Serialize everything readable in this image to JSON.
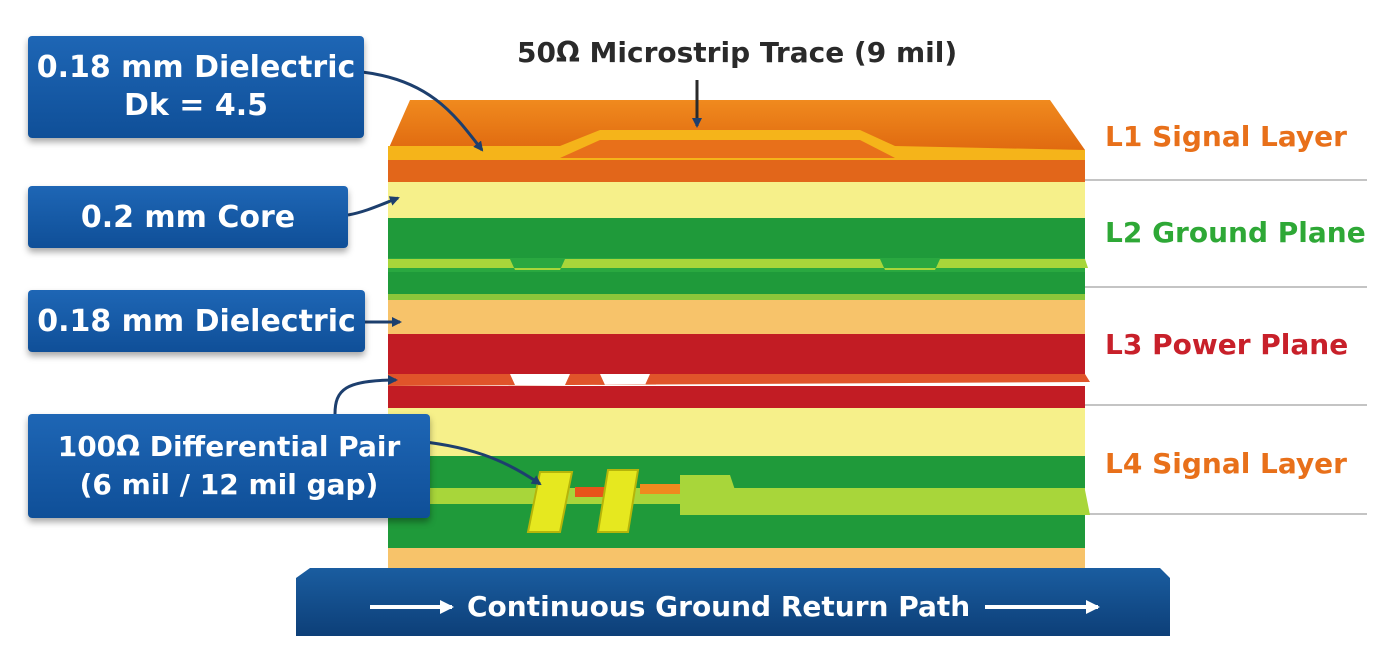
{
  "title": "50Ω Microstrip Trace (9 mil)",
  "callouts": {
    "dielectric_top": {
      "line1": "0.18 mm Dielectric",
      "line2": "Dk = 4.5"
    },
    "core": {
      "label": "0.2 mm Core"
    },
    "dielectric_mid": {
      "label": "0.18 mm Dielectric"
    },
    "diff_pair": {
      "line1": "100Ω Differential Pair",
      "line2": "(6 mil / 12 mil gap)"
    }
  },
  "layers": {
    "l1": {
      "label": "L1 Signal Layer",
      "color": "#e8701a"
    },
    "l2": {
      "label": "L2 Ground Plane",
      "color": "#2ea836"
    },
    "l3": {
      "label": "L3 Power Plane",
      "color": "#c8202a"
    },
    "l4": {
      "label": "L4 Signal Layer",
      "color": "#e8701a"
    }
  },
  "ground_bar": {
    "label": "Continuous Ground Return Path",
    "color": "#0f4f8f"
  },
  "colors": {
    "copper_orange": "#e8701a",
    "dielectric_yellow": "#f6f08a",
    "prepreg_tan": "#f7c36a",
    "ground_green": "#1f9a3a",
    "power_red": "#c21c24",
    "trace_lime": "#a8d63a",
    "callout_blue": "#1559a8"
  }
}
